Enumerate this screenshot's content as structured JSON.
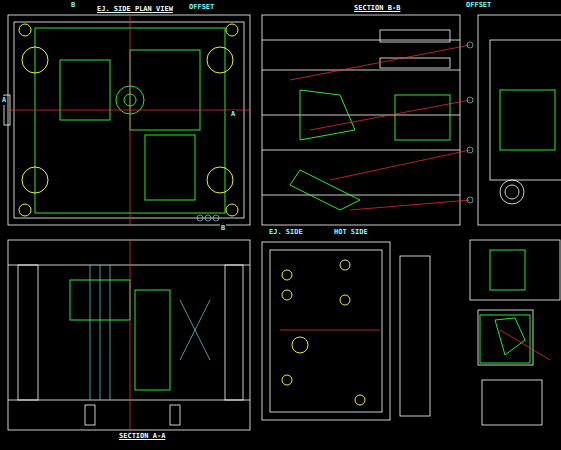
{
  "diagram": {
    "labels": [
      "B",
      "EJ. SIDE PLAN VIEW",
      "OFFSET",
      "SECTION B-B",
      "OFFSET",
      "A",
      "EJ. SIDE",
      "HOT SIDE",
      "SECTION A-A",
      "B",
      "A"
    ]
  }
}
